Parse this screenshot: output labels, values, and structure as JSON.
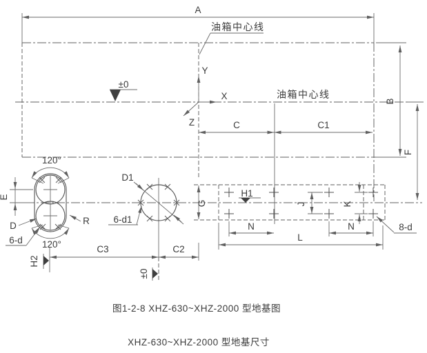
{
  "drawing": {
    "dim_labels": {
      "A": "A",
      "B": "B",
      "C": "C",
      "C1": "C1",
      "C2": "C2",
      "C3": "C3",
      "D": "D",
      "D1": "D1",
      "E": "E",
      "F": "F",
      "G": "G",
      "H1": "H1",
      "H2": "H2",
      "J": "J",
      "K": "K",
      "L": "L",
      "N": "N",
      "R": "R"
    },
    "hole_callouts": {
      "slot": "6-d",
      "circle": "6-d1",
      "pattern": "8-d"
    },
    "angles": {
      "top": "120°",
      "bottom": "120°"
    },
    "levels": {
      "zero": "±0"
    },
    "axes": {
      "x": "X",
      "y": "Y",
      "z": "Z"
    },
    "centerline_label": "油箱中心线"
  },
  "captions": {
    "figure_title": "图1-2-8 XHZ-630~XHZ-2000 型地基图",
    "table_title": "XHZ-630~XHZ-2000 型地基尺寸"
  },
  "colors": {
    "line": "#5f5f5f",
    "text": "#3a3a3a",
    "background": "#ffffff"
  }
}
